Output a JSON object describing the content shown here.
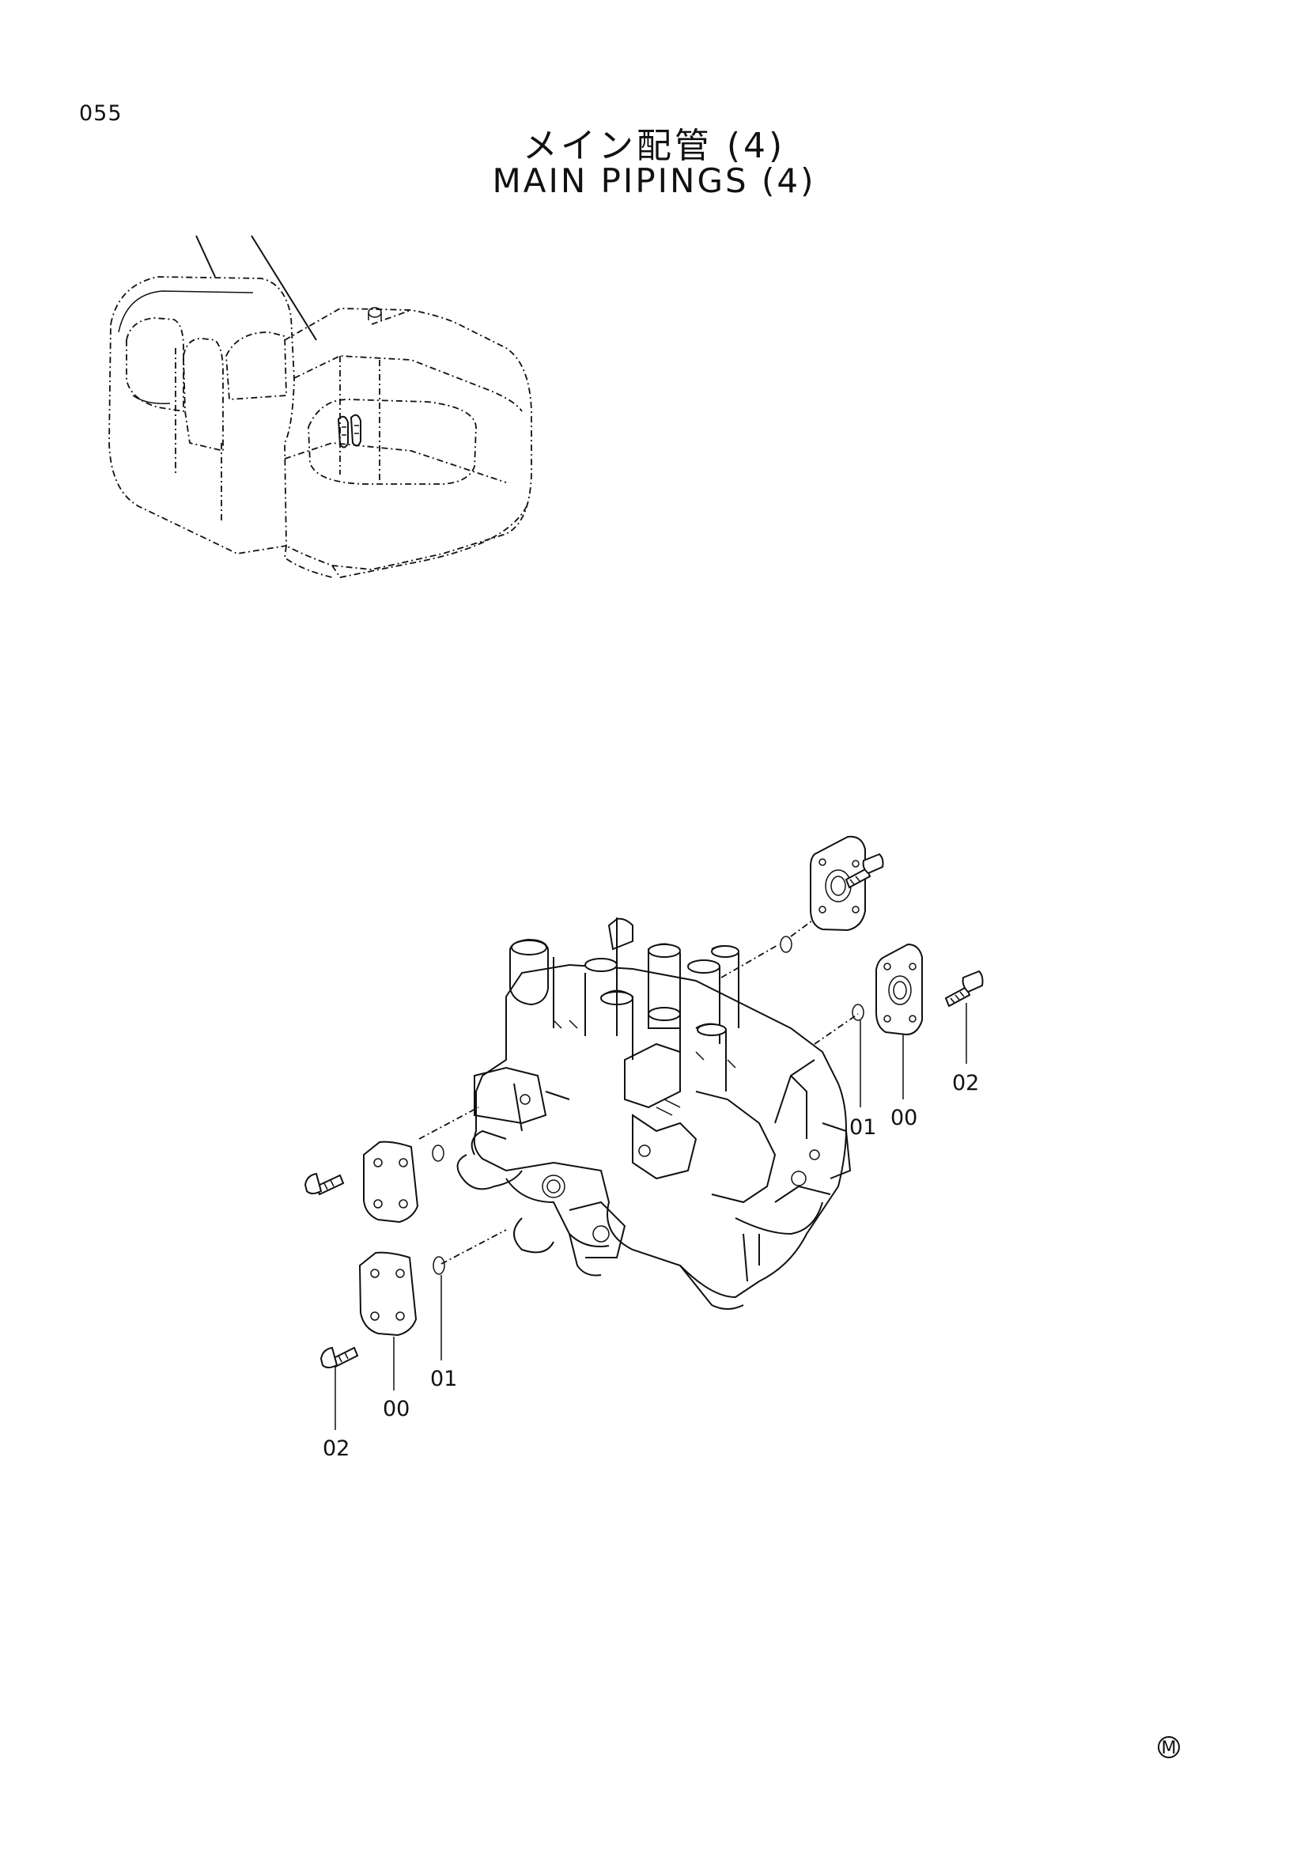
{
  "header": {
    "page_number": "055",
    "title_jp": "メイン配管 (4)",
    "title_en": "MAIN PIPINGS (4)"
  },
  "callouts": {
    "upper_oring": "01",
    "upper_flange": "00",
    "upper_bolt": "02",
    "lower_oring": "01",
    "lower_flange": "00",
    "lower_bolt": "02"
  },
  "footer": {
    "mark": "M"
  }
}
